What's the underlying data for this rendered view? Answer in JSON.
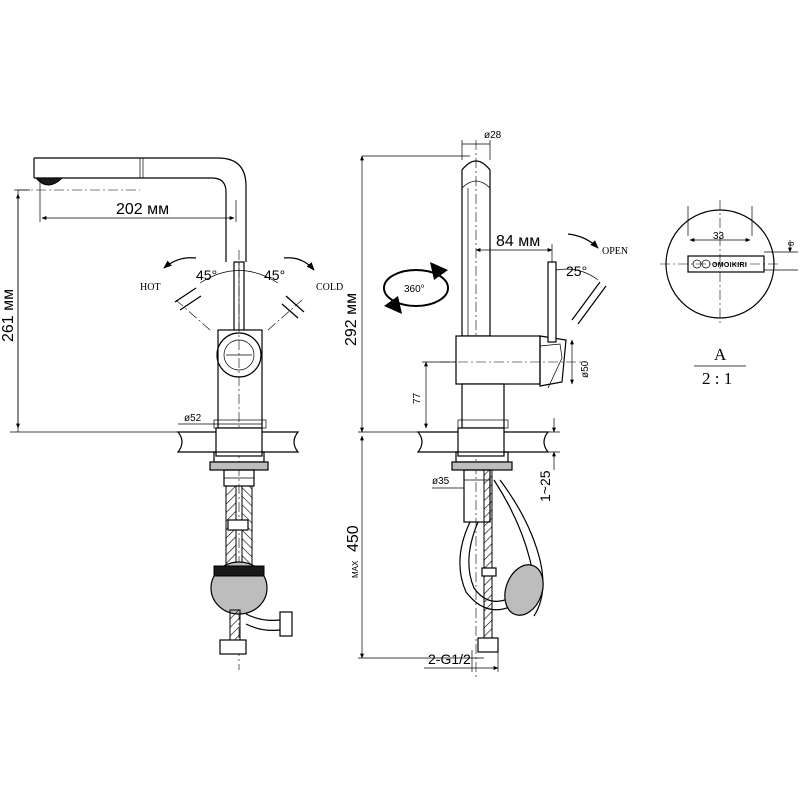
{
  "front_view": {
    "spout_reach": "202 мм",
    "total_height": "261 мм",
    "hot_label": "HOT",
    "cold_label": "COLD",
    "hot_angle": "45°",
    "cold_angle": "45°",
    "base_diameter": "ø52"
  },
  "side_view": {
    "spout_diameter": "ø28",
    "handle_offset": "84 мм",
    "open_label": "OPEN",
    "open_angle": "25°",
    "rotation": "360°",
    "total_height": "292 мм",
    "body_diameter": "ø50",
    "body_height": "77",
    "shank_diameter": "ø35",
    "countertop_thickness": "1~25",
    "hose_length_prefix": "MAX",
    "hose_length": "450",
    "connection": "2-G1/2"
  },
  "detail_a": {
    "width": "33",
    "height": "6",
    "brand": "OMOIKIRI",
    "label": "A",
    "scale": "2 : 1"
  }
}
